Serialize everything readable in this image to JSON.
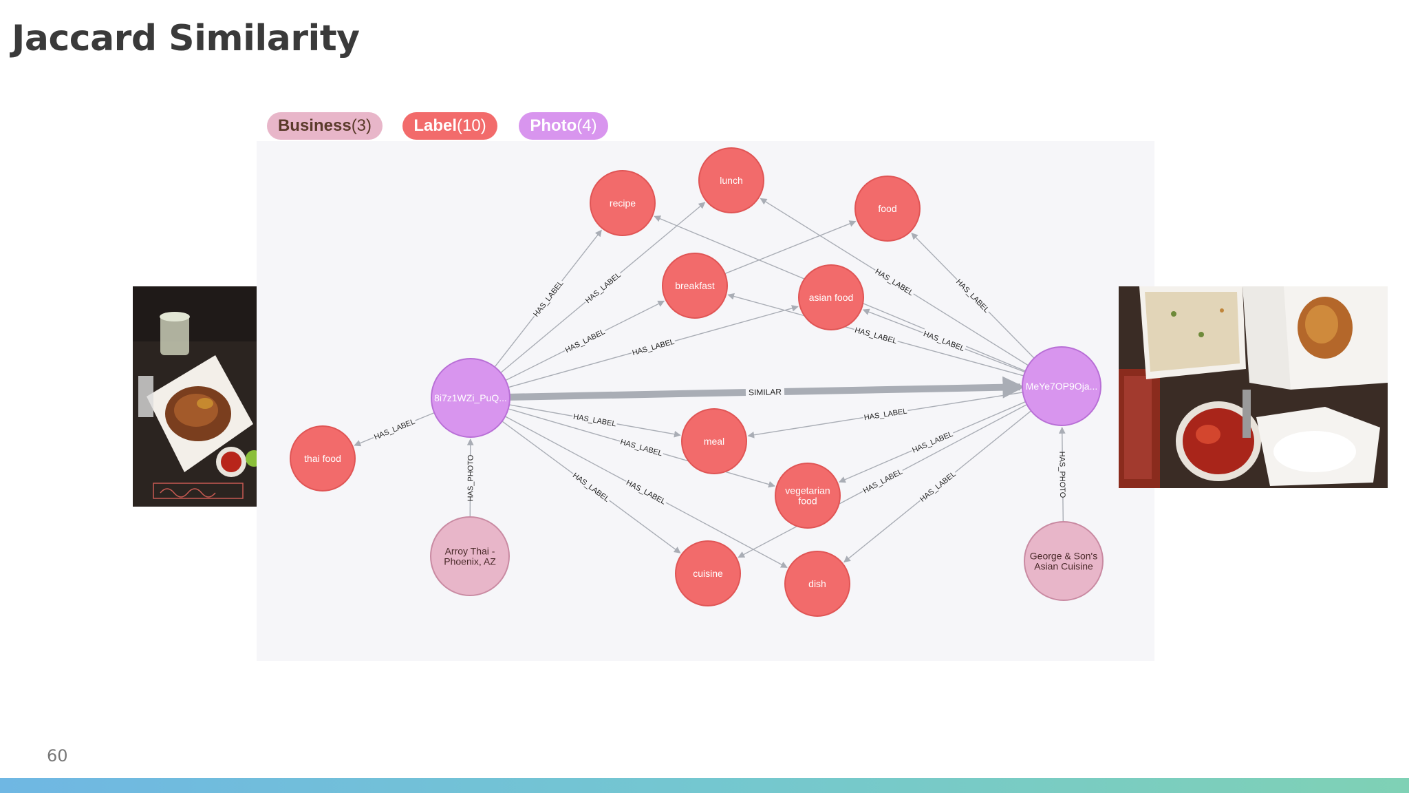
{
  "slide": {
    "title": "Jaccard Similarity",
    "page_number": "60"
  },
  "legend": [
    {
      "name": "Business",
      "count": "(3)",
      "color": "#e8b6c9"
    },
    {
      "name": "Label",
      "count": "(10)",
      "color": "#f26b6b"
    },
    {
      "name": "Photo",
      "count": "(4)",
      "color": "#d895ee"
    }
  ],
  "colors": {
    "business": "#e8b6c9",
    "label": "#f26b6b",
    "photo": "#d895ee",
    "edge": "#a9adb5",
    "accent_bar": "#74c7d0"
  },
  "graph": {
    "nodes": [
      {
        "id": "photo1",
        "type": "photo",
        "text": "8i7z1WZi_PuQ..."
      },
      {
        "id": "photo2",
        "type": "photo",
        "text": "MeYe7OP9Oja..."
      },
      {
        "id": "biz1",
        "type": "business",
        "text": [
          "Arroy Thai -",
          "Phoenix, AZ"
        ]
      },
      {
        "id": "biz2",
        "type": "business",
        "text": [
          "George & Son's",
          "Asian Cuisine"
        ]
      },
      {
        "id": "recipe",
        "type": "label",
        "text": "recipe"
      },
      {
        "id": "lunch",
        "type": "label",
        "text": "lunch"
      },
      {
        "id": "food",
        "type": "label",
        "text": "food"
      },
      {
        "id": "breakfast",
        "type": "label",
        "text": "breakfast"
      },
      {
        "id": "asianfood",
        "type": "label",
        "text": "asian food"
      },
      {
        "id": "thaifood",
        "type": "label",
        "text": "thai food"
      },
      {
        "id": "meal",
        "type": "label",
        "text": "meal"
      },
      {
        "id": "vegetarian",
        "type": "label",
        "text": [
          "vegetarian",
          "food"
        ]
      },
      {
        "id": "cuisine",
        "type": "label",
        "text": "cuisine"
      },
      {
        "id": "dish",
        "type": "label",
        "text": "dish"
      }
    ],
    "edges": [
      {
        "from": "photo1",
        "to": "recipe",
        "label": "HAS_LABEL"
      },
      {
        "from": "photo1",
        "to": "lunch",
        "label": "HAS_LABEL"
      },
      {
        "from": "photo1",
        "to": "breakfast",
        "label": "HAS_LABEL"
      },
      {
        "from": "photo1",
        "to": "asianfood",
        "label": "HAS_LABEL"
      },
      {
        "from": "photo1",
        "to": "thaifood",
        "label": "HAS_LABEL"
      },
      {
        "from": "photo1",
        "to": "meal",
        "label": "HAS_LABEL"
      },
      {
        "from": "photo1",
        "to": "vegetarian",
        "label": "HAS_LABEL"
      },
      {
        "from": "photo1",
        "to": "cuisine",
        "label": "HAS_LABEL"
      },
      {
        "from": "photo1",
        "to": "dish",
        "label": "HAS_LABEL"
      },
      {
        "from": "photo2",
        "to": "lunch",
        "label": "HAS_LABEL"
      },
      {
        "from": "photo2",
        "to": "food",
        "label": "HAS_LABEL"
      },
      {
        "from": "photo2",
        "to": "recipe",
        "label": "HAS_LABEL"
      },
      {
        "from": "photo2",
        "to": "breakfast",
        "label": "HAS_LABEL"
      },
      {
        "from": "photo2",
        "to": "asianfood",
        "label": "HAS_LABEL"
      },
      {
        "from": "photo2",
        "to": "meal",
        "label": "HAS_LABEL"
      },
      {
        "from": "photo2",
        "to": "vegetarian",
        "label": "HAS_LABEL"
      },
      {
        "from": "photo2",
        "to": "dish",
        "label": "HAS_LABEL"
      },
      {
        "from": "photo2",
        "to": "cuisine",
        "label": "HAS_LABEL"
      },
      {
        "from": "breakfast",
        "to": "food",
        "label": ""
      },
      {
        "from": "biz1",
        "to": "photo1",
        "label": "HAS_PHOTO"
      },
      {
        "from": "biz2",
        "to": "photo2",
        "label": "HAS_PHOTO"
      },
      {
        "from": "photo1",
        "to": "photo2",
        "label": "SIMILAR",
        "thick": true
      }
    ]
  }
}
